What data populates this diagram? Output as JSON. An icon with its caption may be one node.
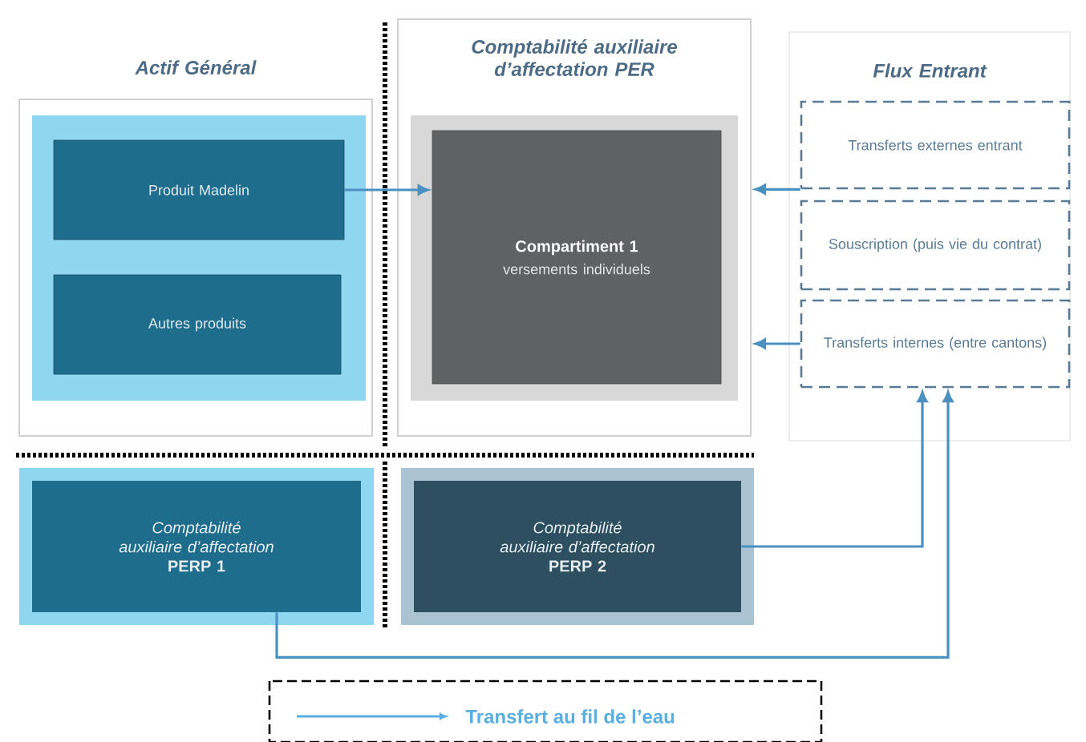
{
  "diagram": {
    "nodes": [
      {
        "text": [
          "Actif Général"
        ]
      },
      {
        "text": [
          "Produit Madelin"
        ],
        "in": 0
      },
      {
        "text": [
          "Autres produits"
        ],
        "in": 0
      },
      {
        "text": [
          "Comptabilité auxiliaire d’affectation PER"
        ]
      },
      {
        "text": [
          "Compartiment 1",
          "versements individuels"
        ],
        "in": 3
      },
      {
        "text": [
          "Flux Entrant"
        ]
      },
      {
        "text": [
          "Transferts externes entrant"
        ],
        "in": 5
      },
      {
        "text": [
          "Souscription (puis vie du contrat)"
        ],
        "in": 5
      },
      {
        "text": [
          "Transferts internes (entre cantons)"
        ],
        "in": 5
      },
      {
        "text": [
          "Comptabilité auxiliaire d’affectation",
          "PERP 1"
        ]
      },
      {
        "text": [
          "Comptabilité auxiliaire d’affectation",
          "PERP 2"
        ]
      }
    ],
    "edges": [
      {
        "from": 1,
        "to": 4,
        "arrow": "to"
      },
      {
        "from": 6,
        "to": 3,
        "arrow": "to"
      },
      {
        "from": 8,
        "to": 3,
        "arrow": "to"
      },
      {
        "from": 10,
        "to": 8,
        "arrow": "to"
      },
      {
        "from": 9,
        "to": 8,
        "arrow": "to"
      }
    ],
    "legend": [
      {
        "text": "Transfert au fil de l’eau"
      }
    ]
  }
}
